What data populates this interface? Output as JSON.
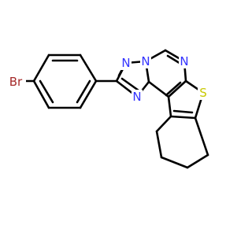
{
  "molecule": {
    "colors": {
      "bond": "#000000",
      "N": "#3333FF",
      "S": "#C8C800",
      "Br": "#A52A2A",
      "background": "#FFFFFF"
    },
    "atoms": {
      "br": {
        "label": "Br",
        "element": "Br"
      },
      "n1": {
        "label": "N",
        "element": "N"
      },
      "n2": {
        "label": "N",
        "element": "N"
      },
      "n3": {
        "label": "N",
        "element": "N"
      },
      "n4": {
        "label": "N",
        "element": "N"
      },
      "s1": {
        "label": "S",
        "element": "S"
      }
    }
  }
}
